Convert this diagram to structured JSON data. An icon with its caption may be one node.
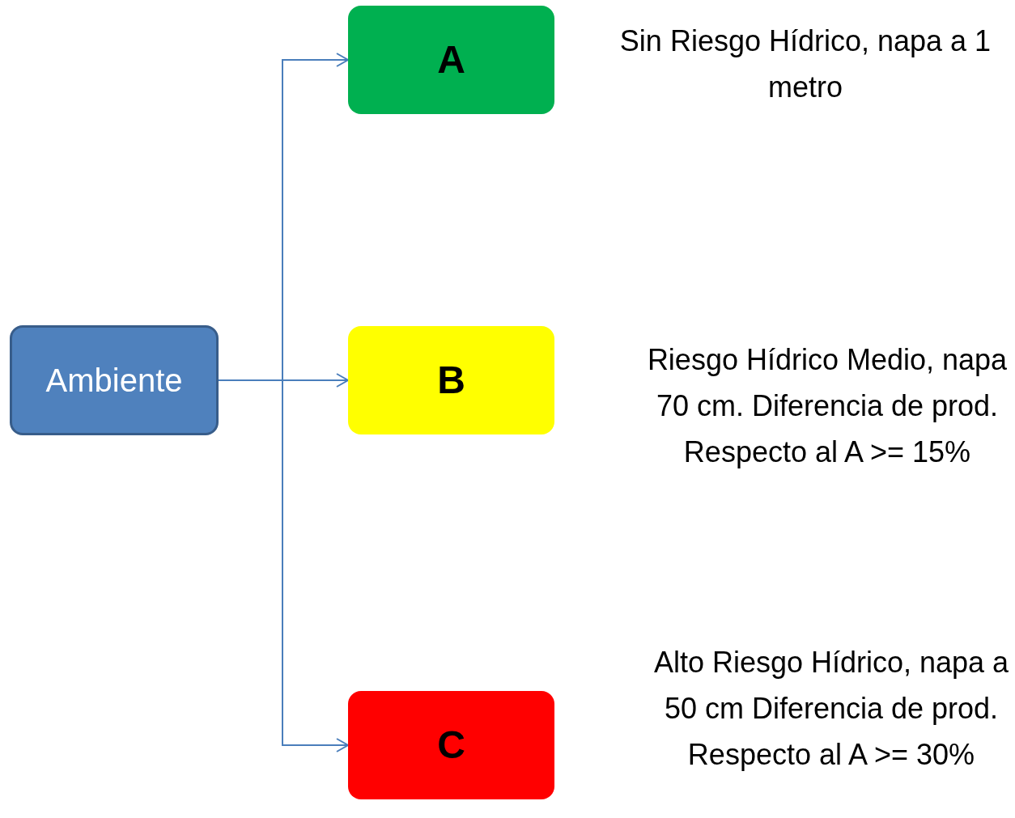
{
  "diagram": {
    "nodes": [
      {
        "text": [
          "Ambiente"
        ]
      },
      {
        "text": [
          "A"
        ],
        "beside": [
          "Sin Riesgo Hídrico, napa a 1 metro"
        ]
      },
      {
        "text": [
          "B"
        ],
        "beside": [
          "Riesgo Hídrico Medio, napa 70 cm. Diferencia de prod. Respecto al A >= 15%"
        ]
      },
      {
        "text": [
          "C"
        ],
        "beside": [
          "Alto Riesgo Hídrico, napa a 50 cm Diferencia de prod. Respecto al A >= 30%"
        ]
      }
    ],
    "edges": [
      {
        "from": 0,
        "to": 1,
        "arrow": "to"
      },
      {
        "from": 0,
        "to": 2,
        "arrow": "to"
      },
      {
        "from": 0,
        "to": 3,
        "arrow": "to"
      }
    ]
  }
}
